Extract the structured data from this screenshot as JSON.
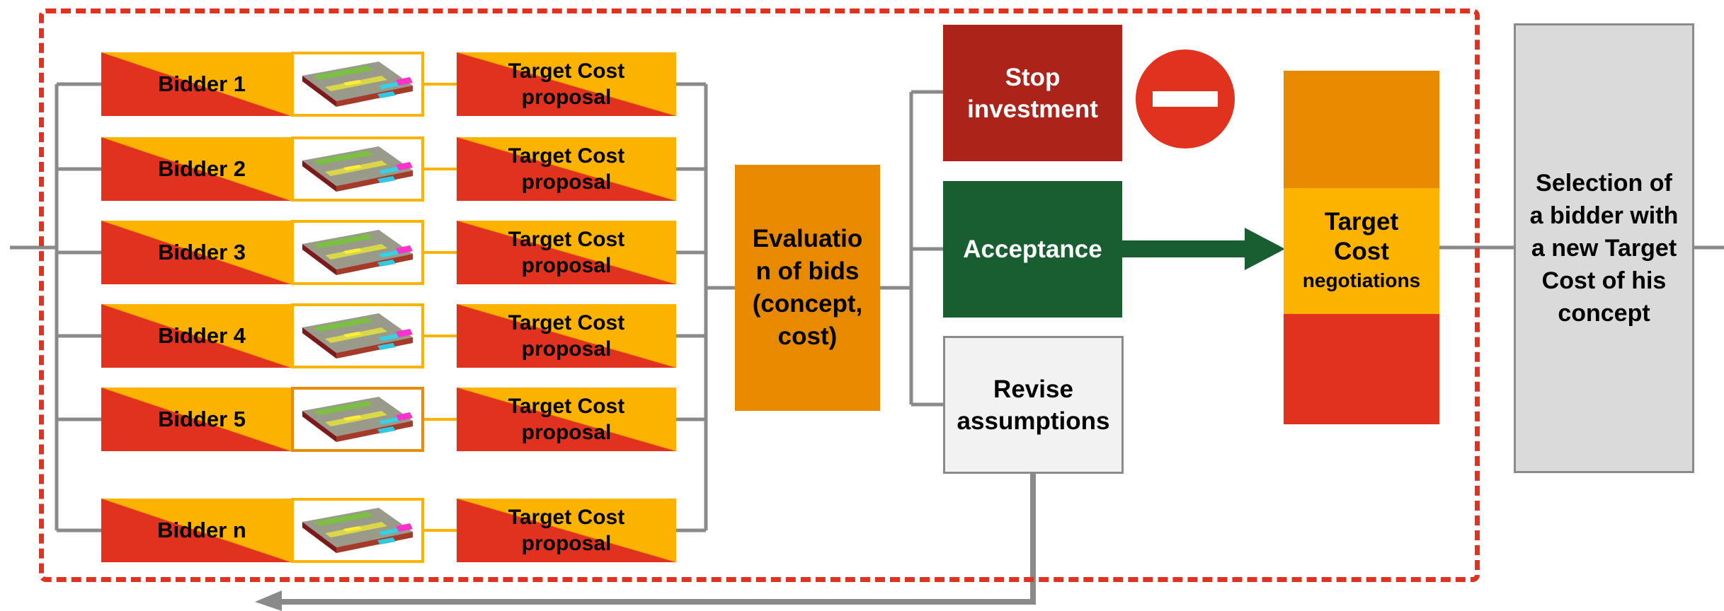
{
  "bidders": [
    {
      "label": "Bidder 1",
      "proposal_line1": "Target Cost",
      "proposal_line2": "proposal"
    },
    {
      "label": "Bidder 2",
      "proposal_line1": "Target Cost",
      "proposal_line2": "proposal"
    },
    {
      "label": "Bidder 3",
      "proposal_line1": "Target Cost",
      "proposal_line2": "proposal"
    },
    {
      "label": "Bidder 4",
      "proposal_line1": "Target Cost",
      "proposal_line2": "proposal"
    },
    {
      "label": "Bidder 5",
      "proposal_line1": "Target Cost",
      "proposal_line2": "proposal"
    },
    {
      "label": "Bidder n",
      "proposal_line1": "Target Cost",
      "proposal_line2": "proposal"
    }
  ],
  "evaluation": {
    "line1": "Evaluatio",
    "line2": "n of bids",
    "line3": "(concept,",
    "line4": "cost)"
  },
  "stop": {
    "line1": "Stop",
    "line2": "investment",
    "icon": "no-entry-icon"
  },
  "acceptance": {
    "label": "Acceptance"
  },
  "revise": {
    "line1": "Revise",
    "line2": "assumptions"
  },
  "negotiation": {
    "line1": "Target",
    "line2": "Cost",
    "line3": "negotiations"
  },
  "selection": {
    "line1": "Selection of",
    "line2": "a bidder with",
    "line3": "a new Target",
    "line4": "Cost of his",
    "line5": "concept"
  },
  "colors": {
    "red": "#e0321e",
    "yellow": "#fcb300",
    "orange": "#e88a00",
    "dark_red": "#ab2319",
    "dark_green": "#185e30",
    "gray_line": "#8a8a8a",
    "light_gray": "#dadada"
  }
}
